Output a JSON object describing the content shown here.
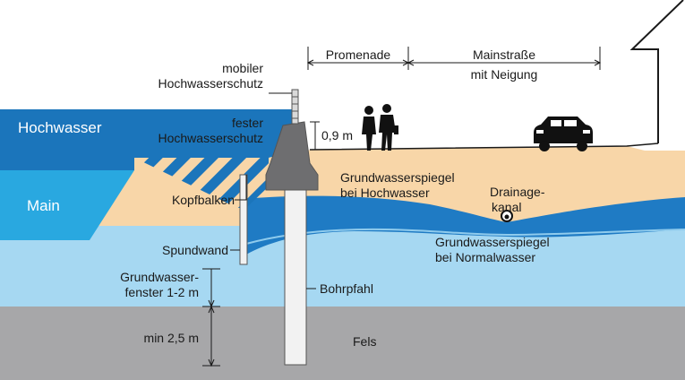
{
  "labels": {
    "hochwasser": "Hochwasser",
    "main": "Main",
    "mobiler_line1": "mobiler",
    "mobiler_line2": "Hochwasserschutz",
    "fester_line1": "fester",
    "fester_line2": "Hochwasserschutz",
    "kopfbalken": "Kopfbalken",
    "spundwand": "Spundwand",
    "grundwasserfenster_line1": "Grundwasser-",
    "grundwasserfenster_line2": "fenster 1-2 m",
    "min_fels": "min 2,5 m",
    "bohrpfahl": "Bohrpfahl",
    "fels": "Fels",
    "promenade": "Promenade",
    "mainstrasse_line1": "Mainstraße",
    "mainstrasse_line2": "mit Neigung",
    "hoehe": "0,9 m",
    "gw_hoch_line1": "Grundwasserspiegel",
    "gw_hoch_line2": "bei Hochwasser",
    "drainage_line1": "Drainage-",
    "drainage_line2": "kanal",
    "gw_normal_line1": "Grundwasserspiegel",
    "gw_normal_line2": "bei Normalwasser"
  },
  "icons": [
    "walking-couple-icon",
    "car-icon",
    "drainage-pipe-icon",
    "building-icon"
  ],
  "colors": {
    "hochwasser": "#1b75bb",
    "river": "#29a8e0",
    "groundwater": "#a6d8f2",
    "groundwater_flood_band": "#1f7bc4",
    "sand": "#f8d6a8",
    "rock": "#a7a7a9",
    "concrete": "#6e6e70",
    "pile": "#f2f2f2"
  }
}
